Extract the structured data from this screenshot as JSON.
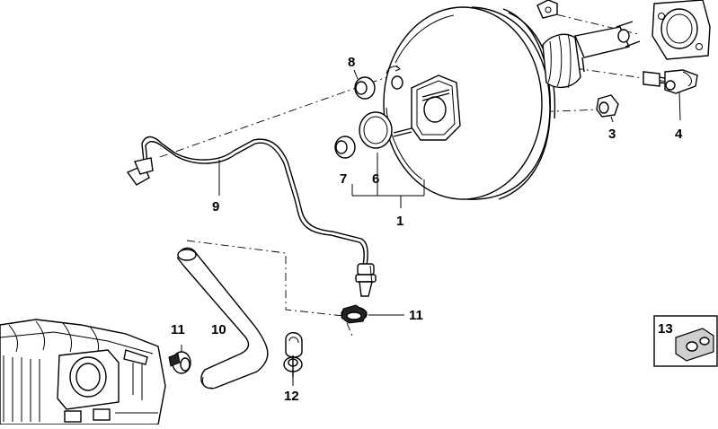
{
  "callouts": {
    "c1": "1",
    "c3": "3",
    "c4": "4",
    "c6": "6",
    "c7": "7",
    "c8": "8",
    "c9": "9",
    "c10": "10",
    "c11a": "11",
    "c11b": "11",
    "c12": "12",
    "c13": "13"
  }
}
